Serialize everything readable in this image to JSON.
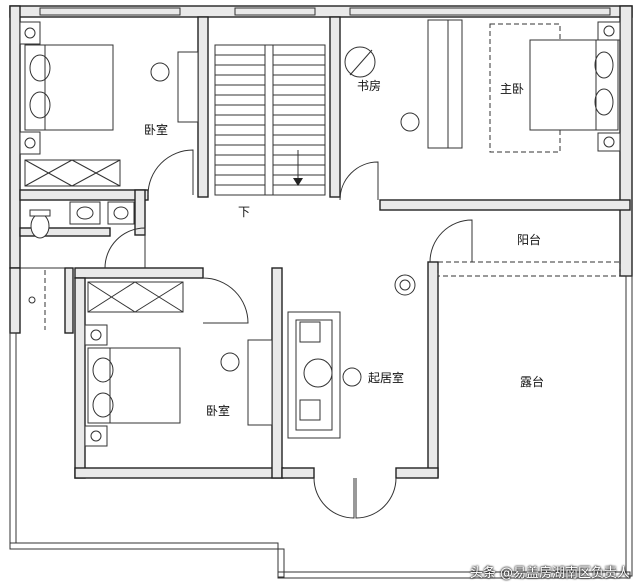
{
  "rooms": {
    "bedroom_top_left": "卧室",
    "study": "书房",
    "master_bedroom": "主卧",
    "balcony": "阳台",
    "living_room": "起居室",
    "terrace": "露台",
    "bedroom_bottom_left": "卧室"
  },
  "stairs": {
    "down_label": "下"
  },
  "watermark": "头条 @易盖房湖南区负责人",
  "icons": [
    "door-swing-icon",
    "bed-icon",
    "chair-icon",
    "toilet-icon",
    "sink-icon",
    "sofa-icon",
    "plant-icon",
    "stair-arrow-icon"
  ]
}
